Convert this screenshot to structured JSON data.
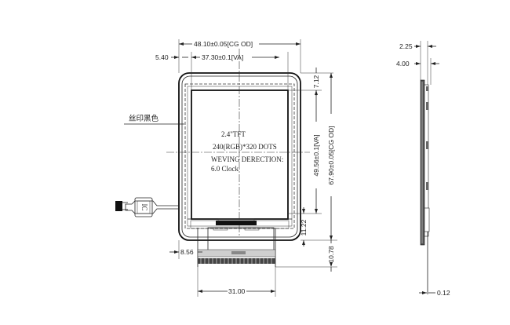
{
  "drawing": {
    "front_view": {
      "dimensions": {
        "cg_od_width": "48.10±0.05[CG OD]",
        "va_width": "37.30±0.1[VA]",
        "left_offset": "5.40",
        "top_offset": "7.12",
        "va_height": "49.56±0.1[VA]",
        "cg_od_height": "67.90±0.05[CG OD]",
        "bottom_offset": "11.22",
        "fpc_length": "10.78",
        "fpc_left_offset": "8.56",
        "fpc_width": "31.00"
      },
      "annotations": {
        "silkscreen_note": "丝印黑色",
        "panel_size": "2.4\"TFT",
        "resolution": "240(RGB)*320 DOTS",
        "viewing_direction_label": "WEVING DERECTION:",
        "viewing_direction_value": "6.0 Clock",
        "ic_label": "IC"
      }
    },
    "side_view": {
      "dimensions": {
        "thickness_total": "2.25",
        "thickness_with_parts": "4.00",
        "fpc_thickness": "0.12"
      }
    }
  }
}
